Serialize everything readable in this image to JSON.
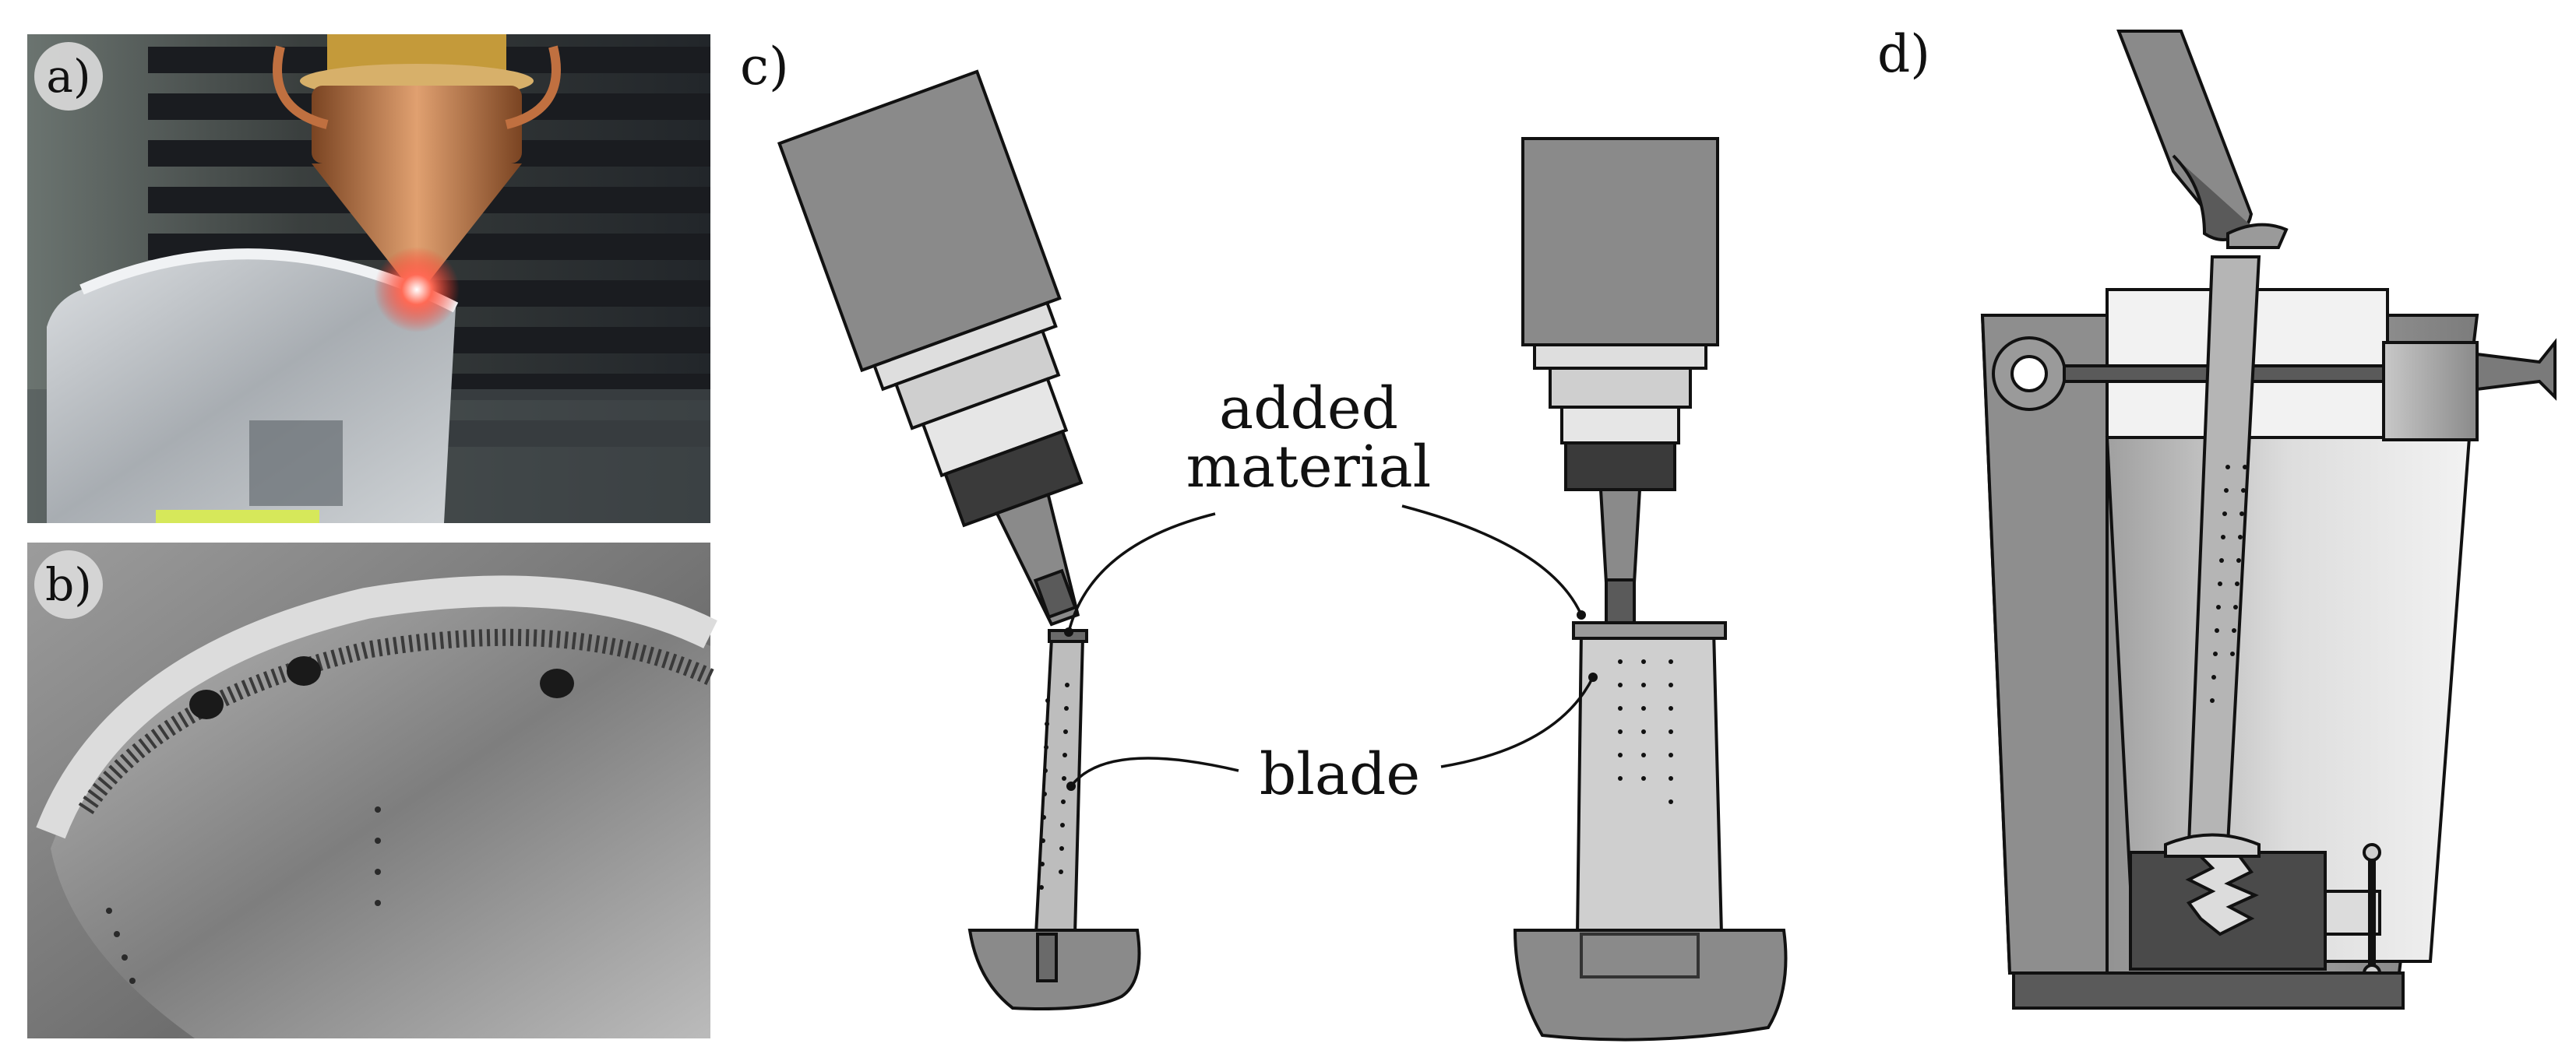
{
  "panels": {
    "a": {
      "label": "a)"
    },
    "b": {
      "label": "b)"
    },
    "c": {
      "label": "c)"
    },
    "d": {
      "label": "d)"
    }
  },
  "annotations": {
    "added_material_line1": "added",
    "added_material_line2": "material",
    "blade": "blade"
  },
  "colors": {
    "spindle": "#8a8a8a",
    "holder": "#cfcfcf",
    "collet_nut": "#3a3a3a",
    "blade": "#bdbdbd",
    "fixture": "#cfcfcf",
    "vise": "#9a9a9a",
    "laser": "#ff4a3a",
    "nozzle": "#b06a3a"
  }
}
